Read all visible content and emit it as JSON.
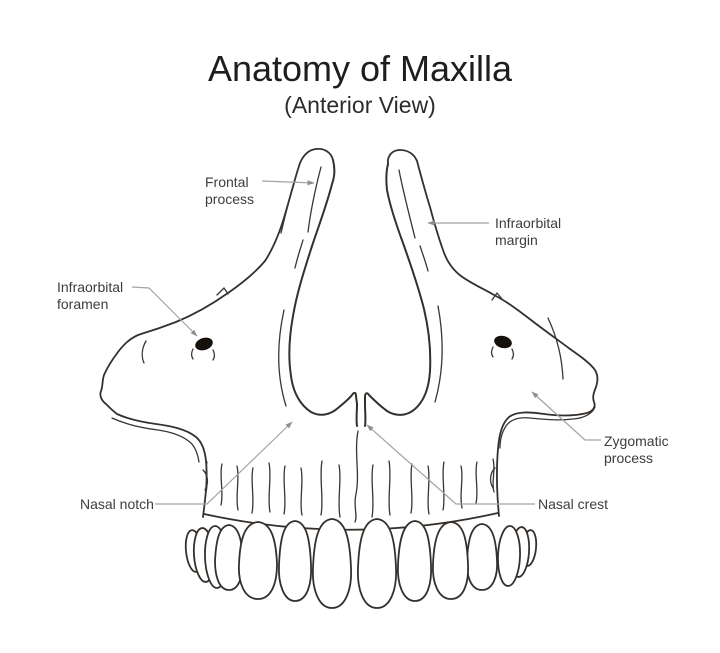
{
  "title": "Anatomy of Maxilla",
  "subtitle": "(Anterior View)",
  "labels": {
    "frontal_process": {
      "line1": "Frontal",
      "line2": "process"
    },
    "infraorbital_margin": {
      "line1": "Infraorbital",
      "line2": "margin"
    },
    "infraorbital_foramen": {
      "line1": "Infraorbital",
      "line2": "foramen"
    },
    "zygomatic_process": {
      "line1": "Zygomatic",
      "line2": "process"
    },
    "nasal_notch": {
      "label": "Nasal notch"
    },
    "nasal_crest": {
      "label": "Nasal crest"
    }
  },
  "colors": {
    "background": "#ffffff",
    "outline": "#35302c",
    "title_text": "#1e1e1e",
    "label_text": "#3d3d3d",
    "leader_line": "#a3a3a3",
    "foramen_fill": "#15100a"
  }
}
